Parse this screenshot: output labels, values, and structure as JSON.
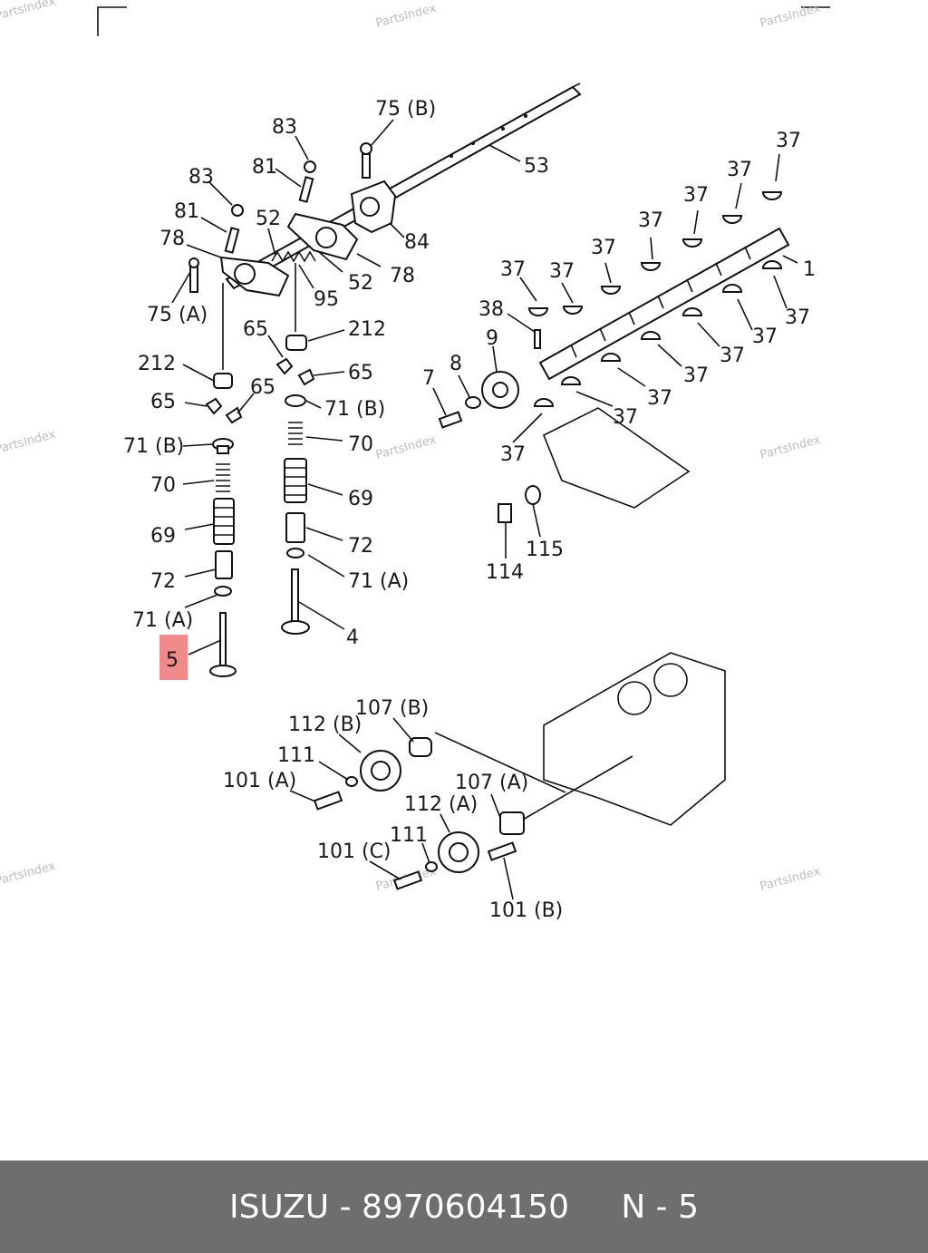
{
  "watermark": "PartsIndex",
  "highlight_color": "#f08a8a",
  "footer": {
    "brand": "ISUZU",
    "sep": " - ",
    "part_number": "8970604150",
    "page_ref": "N - 5",
    "background": "#6e6e6e"
  },
  "callouts": [
    {
      "id": "75B",
      "label": "75 (B)"
    },
    {
      "id": "83a",
      "label": "83"
    },
    {
      "id": "81a",
      "label": "81"
    },
    {
      "id": "53",
      "label": "53"
    },
    {
      "id": "83b",
      "label": "83"
    },
    {
      "id": "81b",
      "label": "81"
    },
    {
      "id": "52a",
      "label": "52"
    },
    {
      "id": "84",
      "label": "84"
    },
    {
      "id": "78a",
      "label": "78"
    },
    {
      "id": "52b",
      "label": "52"
    },
    {
      "id": "78b",
      "label": "78"
    },
    {
      "id": "95",
      "label": "95"
    },
    {
      "id": "75A",
      "label": "75 (A)"
    },
    {
      "id": "65a",
      "label": "65"
    },
    {
      "id": "212a",
      "label": "212"
    },
    {
      "id": "212b",
      "label": "212"
    },
    {
      "id": "65b",
      "label": "65"
    },
    {
      "id": "65c",
      "label": "65"
    },
    {
      "id": "65d",
      "label": "65"
    },
    {
      "id": "71Ba",
      "label": "71 (B)"
    },
    {
      "id": "70a",
      "label": "70"
    },
    {
      "id": "71Bb",
      "label": "71 (B)"
    },
    {
      "id": "70b",
      "label": "70"
    },
    {
      "id": "69a",
      "label": "69"
    },
    {
      "id": "69b",
      "label": "69"
    },
    {
      "id": "72a",
      "label": "72"
    },
    {
      "id": "72b",
      "label": "72"
    },
    {
      "id": "71Aa",
      "label": "71 (A)"
    },
    {
      "id": "71Ab",
      "label": "71 (A)"
    },
    {
      "id": "4",
      "label": "4"
    },
    {
      "id": "5",
      "label": "5"
    },
    {
      "id": "37a",
      "label": "37"
    },
    {
      "id": "37b",
      "label": "37"
    },
    {
      "id": "37c",
      "label": "37"
    },
    {
      "id": "37d",
      "label": "37"
    },
    {
      "id": "37e",
      "label": "37"
    },
    {
      "id": "37f",
      "label": "37"
    },
    {
      "id": "37g",
      "label": "37"
    },
    {
      "id": "37h",
      "label": "37"
    },
    {
      "id": "37i",
      "label": "37"
    },
    {
      "id": "37j",
      "label": "37"
    },
    {
      "id": "37k",
      "label": "37"
    },
    {
      "id": "37l",
      "label": "37"
    },
    {
      "id": "37m",
      "label": "37"
    },
    {
      "id": "37n",
      "label": "37"
    },
    {
      "id": "1",
      "label": "1"
    },
    {
      "id": "38",
      "label": "38"
    },
    {
      "id": "9",
      "label": "9"
    },
    {
      "id": "7",
      "label": "7"
    },
    {
      "id": "8",
      "label": "8"
    },
    {
      "id": "114",
      "label": "114"
    },
    {
      "id": "115",
      "label": "115"
    },
    {
      "id": "107B",
      "label": "107 (B)"
    },
    {
      "id": "112B",
      "label": "112 (B)"
    },
    {
      "id": "111a",
      "label": "111"
    },
    {
      "id": "101A",
      "label": "101 (A)"
    },
    {
      "id": "107A",
      "label": "107 (A)"
    },
    {
      "id": "112A",
      "label": "112 (A)"
    },
    {
      "id": "111b",
      "label": "111"
    },
    {
      "id": "101C",
      "label": "101 (C)"
    },
    {
      "id": "101B",
      "label": "101 (B)"
    }
  ]
}
